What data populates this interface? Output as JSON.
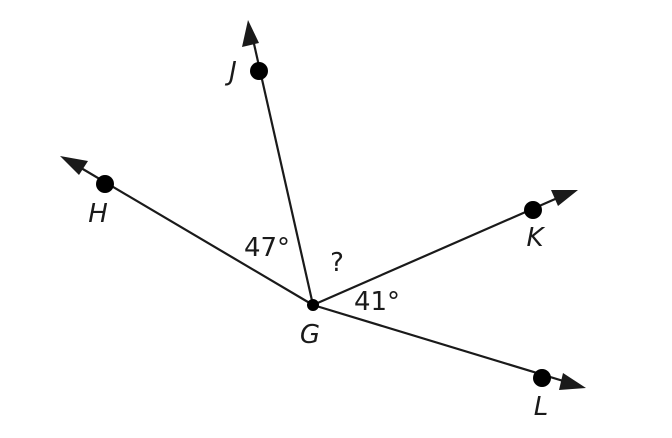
{
  "diagram": {
    "vertex": {
      "label": "G"
    },
    "rays": [
      {
        "id": "h",
        "label": "H"
      },
      {
        "id": "j",
        "label": "J"
      },
      {
        "id": "k",
        "label": "K"
      },
      {
        "id": "l",
        "label": "L"
      }
    ],
    "angles": {
      "hgj": "47°",
      "jgk": "?",
      "kgl": "41°"
    }
  }
}
